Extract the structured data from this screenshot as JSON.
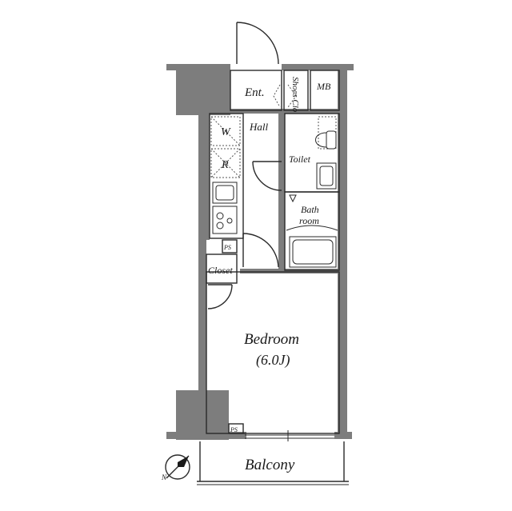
{
  "rooms": {
    "entrance": "Ent.",
    "shoes_closet": "Shoes Clo",
    "meter_box": "MB",
    "hall": "Hall",
    "washer": "W",
    "refrigerator": "R",
    "toilet": "Toilet",
    "bath_line1": "Bath",
    "bath_line2": "room",
    "pipe_space_upper": "PS",
    "closet": "Closet",
    "bedroom": "Bedroom",
    "bedroom_size": "(6.0J)",
    "pipe_space_lower": "PS",
    "balcony": "Balcony"
  },
  "compass": {
    "label": "N",
    "icon": "north-arrow-icon"
  },
  "colors": {
    "wall": "#7d7d7d",
    "line": "#2a2a2a",
    "background": "#ffffff"
  }
}
